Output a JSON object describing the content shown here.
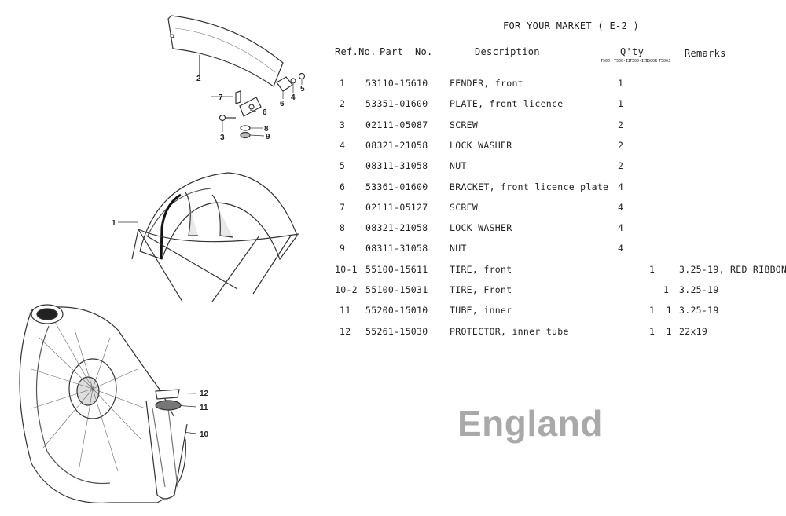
{
  "market_title": "FOR YOUR MARKET ( E-2 )",
  "headers": {
    "ref_no": "Ref.No.",
    "part": "Part",
    "no": "No.",
    "description": "Description",
    "qty": "Q'ty",
    "remarks": "Remarks",
    "models": [
      "T500",
      "T500-II",
      "T500-III",
      "T500R",
      "T500J"
    ]
  },
  "rows": [
    {
      "ref": "1",
      "part_no": "53110-15610",
      "desc": "FENDER, front",
      "qty": "1",
      "qty_col": 0,
      "remarks": ""
    },
    {
      "ref": "2",
      "part_no": "53351-01600",
      "desc": "PLATE, front licence",
      "qty": "1",
      "qty_col": 0,
      "remarks": ""
    },
    {
      "ref": "3",
      "part_no": "02111-05087",
      "desc": "SCREW",
      "qty": "2",
      "qty_col": 0,
      "remarks": ""
    },
    {
      "ref": "4",
      "part_no": "08321-21058",
      "desc": "LOCK WASHER",
      "qty": "2",
      "qty_col": 0,
      "remarks": ""
    },
    {
      "ref": "5",
      "part_no": "08311-31058",
      "desc": "NUT",
      "qty": "2",
      "qty_col": 0,
      "remarks": ""
    },
    {
      "ref": "6",
      "part_no": "53361-01600",
      "desc": "BRACKET, front licence plate",
      "qty": "4",
      "qty_col": 0,
      "remarks": ""
    },
    {
      "ref": "7",
      "part_no": "02111-05127",
      "desc": "SCREW",
      "qty": "4",
      "qty_col": 0,
      "remarks": ""
    },
    {
      "ref": "8",
      "part_no": "08321-21058",
      "desc": "LOCK WASHER",
      "qty": "4",
      "qty_col": 0,
      "remarks": ""
    },
    {
      "ref": "9",
      "part_no": "08311-31058",
      "desc": "NUT",
      "qty": "4",
      "qty_col": 0,
      "remarks": ""
    },
    {
      "ref": "10-1",
      "part_no": "55100-15611",
      "desc": "TIRE, front",
      "qty": "1",
      "qty_col": 1,
      "remarks": "3.25-19, RED RIBBON"
    },
    {
      "ref": "10-2",
      "part_no": "55100-15031",
      "desc": "TIRE, Front",
      "qty": "1",
      "qty_col": 2,
      "remarks": "3.25-19"
    },
    {
      "ref": "11",
      "part_no": "55200-15010",
      "desc": "TUBE, inner",
      "qty": "1  1",
      "qty_col": 1,
      "remarks": "3.25-19"
    },
    {
      "ref": "12",
      "part_no": "55261-15030",
      "desc": "PROTECTOR, inner tube",
      "qty": "1  1",
      "qty_col": 1,
      "remarks": "22x19"
    }
  ],
  "callouts": [
    "1",
    "2",
    "3",
    "4",
    "5",
    "6",
    "7",
    "8",
    "9",
    "10",
    "11",
    "12"
  ],
  "watermark": "England"
}
